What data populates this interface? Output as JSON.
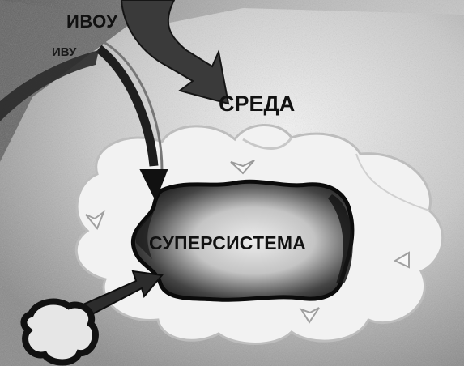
{
  "labels": {
    "ivou": "ИВОУ",
    "ivu": "ИВУ",
    "sreda": "СРЕДА",
    "supersystem": "СУПЕРСИСТЕМА"
  }
}
